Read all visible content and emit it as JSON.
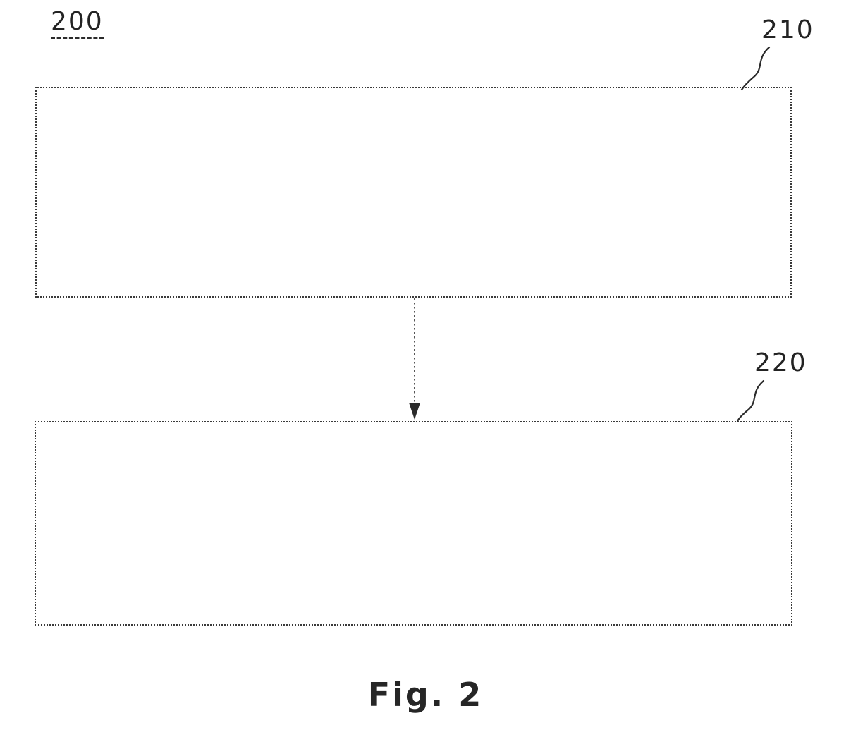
{
  "palette": {
    "ink": "#2b2b2b",
    "paper": "#ffffff"
  },
  "diagram": {
    "figure_ref": "200",
    "caption": "Fig. 2",
    "nodes": [
      {
        "ref_label": "210"
      },
      {
        "ref_label": "220"
      }
    ],
    "connector": {
      "type": "arrow",
      "direction": "down",
      "from_ref": "210",
      "to_ref": "220"
    }
  }
}
